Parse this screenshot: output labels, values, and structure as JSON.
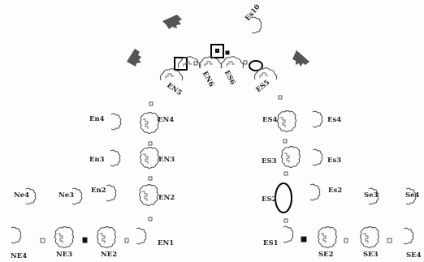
{
  "labels": {
    "es10": "Es10",
    "en6": "EN6",
    "es6": "ES6",
    "en5": "EN5",
    "es5": "ES5",
    "en4_outer": "En4",
    "en4": "EN4",
    "es4": "ES4",
    "es4_outer": "Es4",
    "en3_outer": "En3",
    "en3": "EN3",
    "es3": "ES3",
    "es3_outer": "Es3",
    "ne4": "Ne4",
    "ne3": "Ne3",
    "en2_outer": "En2",
    "en2": "EN2",
    "es2": "ES2",
    "es2_outer": "Es2",
    "se3_upper": "Se3",
    "se4_upper": "Se4",
    "ne4_lower": "NE4",
    "ne3_lower": "NE3",
    "ne2": "NE2",
    "en1": "EN1",
    "es1": "ES1",
    "se2": "SE2",
    "se3": "SE3",
    "se4": "SE4"
  },
  "colors": {
    "stroke": "#555555",
    "marker": "#000000",
    "fan": "#555555",
    "background": "#fdfdfd"
  }
}
